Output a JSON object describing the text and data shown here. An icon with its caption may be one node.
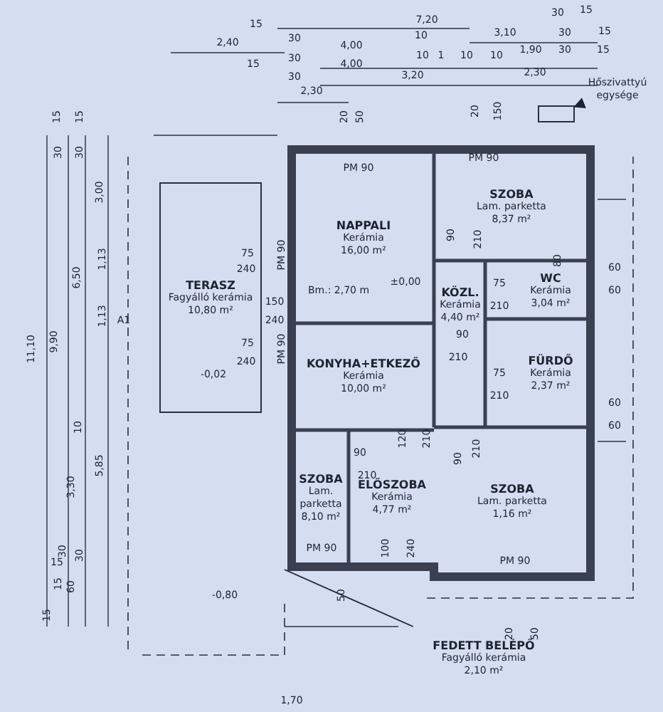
{
  "diagram": {
    "nodes": [
      {
        "text": [
          "TERASZ",
          "Fagyálló kerámia",
          "10,80 m²"
        ]
      },
      {
        "text": [
          "NAPPALI",
          "Kerámia",
          "16,00 m²"
        ]
      },
      {
        "text": [
          "SZOBA",
          "Lam. parketta",
          "8,37 m²"
        ]
      },
      {
        "text": [
          "KÖZL.",
          "Kerámia",
          "4,40 m²"
        ]
      },
      {
        "text": [
          "WC",
          "Kerámia",
          "3,04 m²"
        ]
      },
      {
        "text": [
          "KONYHA+ETKEZŐ",
          "Kerámia",
          "10,00 m²"
        ]
      },
      {
        "text": [
          "FÜRDŐ",
          "Kerámia",
          "2,37 m²"
        ]
      },
      {
        "text": [
          "SZOBA",
          "Lam. parketta",
          "8,10 m²"
        ]
      },
      {
        "text": [
          "ELŐSZOBA",
          "Kerámia",
          "4,77 m²"
        ]
      },
      {
        "text": [
          "SZOBA",
          "Lam. parketta",
          "1,16 m²"
        ]
      },
      {
        "text": [
          "FEDETT BELÉPŐ",
          "Fagyálló kerámia",
          "2,10 m²"
        ]
      },
      {
        "text": [
          "Hőszivattyú egysége"
        ]
      },
      {
        "text": [],
        "shape": "box"
      }
    ],
    "edges": [
      {
        "from": 11,
        "to": 12,
        "arrow": "to"
      },
      {
        "from": 10,
        "to": null,
        "arrow": "none"
      }
    ],
    "labels": [
      "7,20",
      "30",
      "15",
      "30",
      "15",
      "2,40",
      "15",
      "30",
      "15",
      "30",
      "30",
      "2,30",
      "4,00",
      "4,00",
      "10",
      "3,10",
      "10",
      "1",
      "10",
      "10",
      "1,90",
      "30",
      "15",
      "3,20",
      "2,30",
      "20",
      "50",
      "20",
      "150",
      "PM 90",
      "PM 90",
      "15",
      "15",
      "30",
      "30",
      "3,00",
      "6,50",
      "1,13",
      "1,13",
      "A1",
      "11,10",
      "9,90",
      "10",
      "3,30",
      "5,85",
      "15",
      "15",
      "30",
      "15",
      "60",
      "30",
      "-0,02",
      "-0,80",
      "75",
      "240",
      "150",
      "240",
      "75",
      "240",
      "PM 90",
      "PM 90",
      "Bm.: 2,70 m",
      "±0,00",
      "90",
      "210",
      "75",
      "210",
      "80",
      "60",
      "60",
      "90",
      "210",
      "75",
      "210",
      "60",
      "60",
      "120",
      "210",
      "90",
      "210",
      "100",
      "240",
      "50",
      "1,70",
      "90",
      "210",
      "PM 90",
      "PM 90",
      "20",
      "50"
    ]
  }
}
